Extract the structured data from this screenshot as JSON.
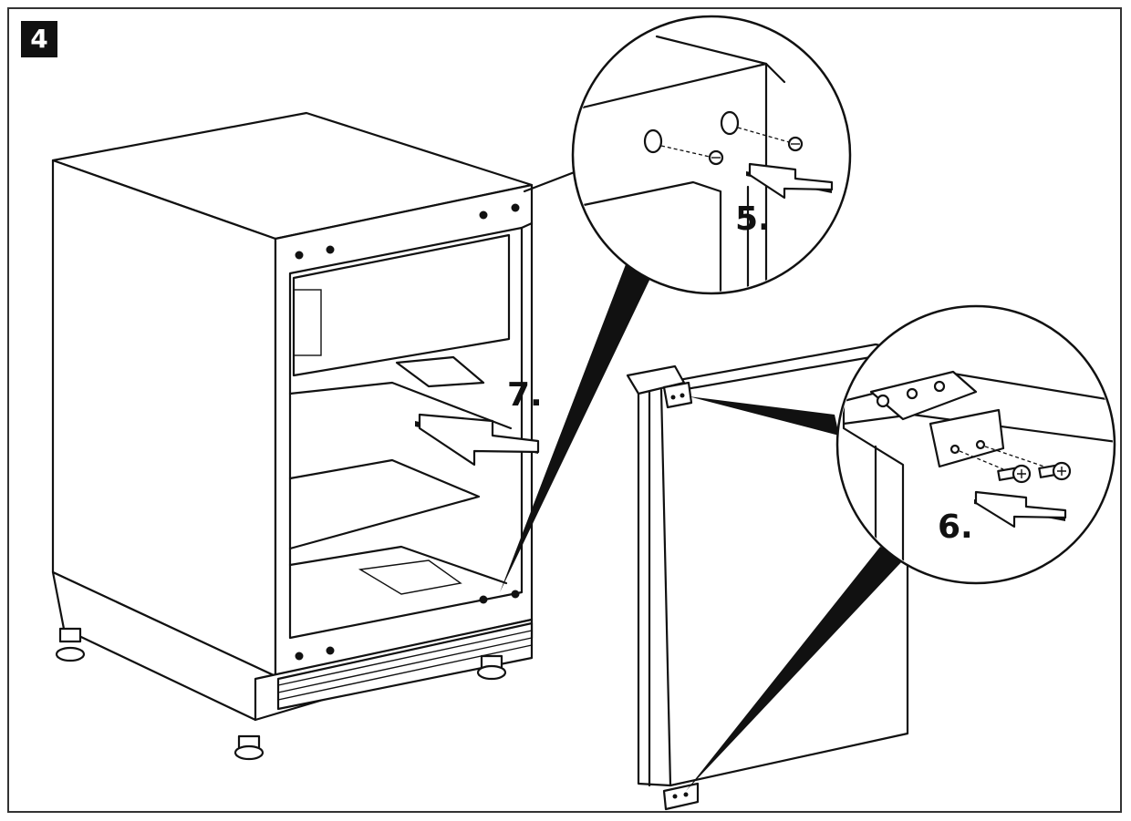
{
  "figure": {
    "step_number": "4",
    "callouts": [
      {
        "id": "step-5",
        "label": "5."
      },
      {
        "id": "step-6",
        "label": "6."
      },
      {
        "id": "step-7",
        "label": "7."
      }
    ]
  },
  "colors": {
    "line": "#111111",
    "background": "#ffffff",
    "badge": "#111111"
  }
}
